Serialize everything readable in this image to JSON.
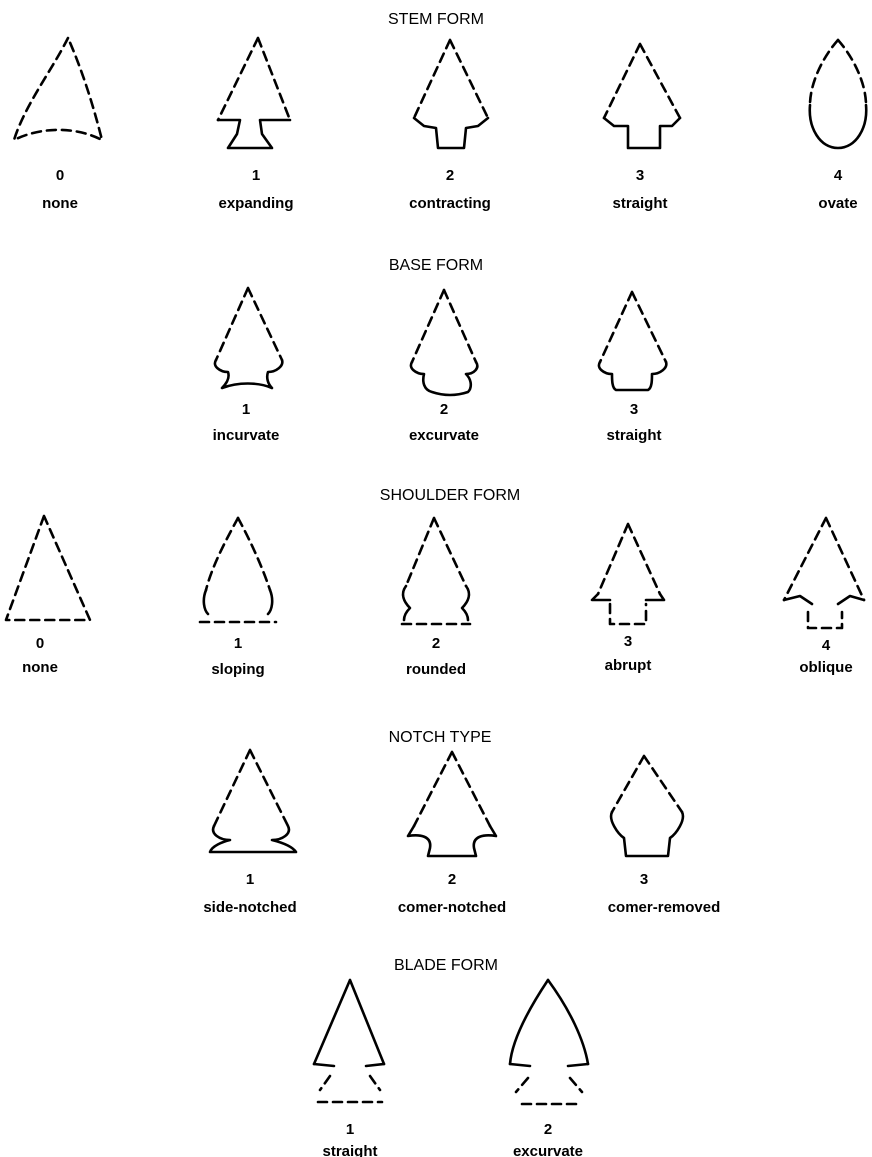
{
  "sections": {
    "stem_form": {
      "title": "STEM FORM",
      "items": [
        {
          "code": "0",
          "label": "none"
        },
        {
          "code": "1",
          "label": "expanding"
        },
        {
          "code": "2",
          "label": "contracting"
        },
        {
          "code": "3",
          "label": "straight"
        },
        {
          "code": "4",
          "label": "ovate"
        }
      ]
    },
    "base_form": {
      "title": "BASE FORM",
      "items": [
        {
          "code": "1",
          "label": "incurvate"
        },
        {
          "code": "2",
          "label": "excurvate"
        },
        {
          "code": "3",
          "label": "straight"
        }
      ]
    },
    "shoulder_form": {
      "title": "SHOULDER FORM",
      "items": [
        {
          "code": "0",
          "label": "none"
        },
        {
          "code": "1",
          "label": "sloping"
        },
        {
          "code": "2",
          "label": "rounded"
        },
        {
          "code": "3",
          "label": "abrupt"
        },
        {
          "code": "4",
          "label": "oblique"
        }
      ]
    },
    "notch_type": {
      "title": "NOTCH TYPE",
      "items": [
        {
          "code": "1",
          "label": "side-notched"
        },
        {
          "code": "2",
          "label": "comer-notched"
        },
        {
          "code": "3",
          "label": "comer-removed"
        }
      ]
    },
    "blade_form": {
      "title": "BLADE FORM",
      "items": [
        {
          "code": "1",
          "label": "straight"
        },
        {
          "code": "2",
          "label": "excurvate"
        }
      ]
    }
  }
}
